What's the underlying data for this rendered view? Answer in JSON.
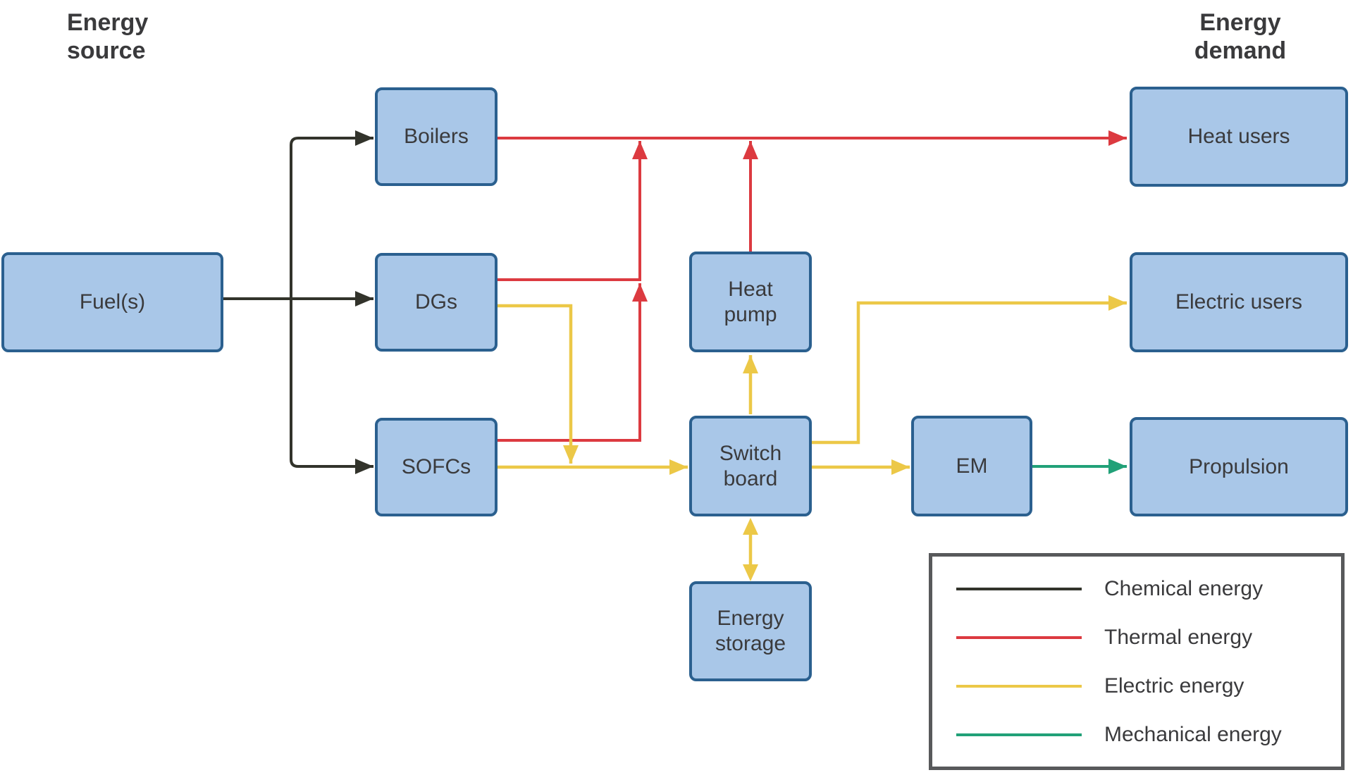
{
  "headers": {
    "source": "Energy\nsource",
    "demand": "Energy\ndemand"
  },
  "nodes": {
    "fuel": {
      "label": "Fuel(s)"
    },
    "boilers": {
      "label": "Boilers"
    },
    "dgs": {
      "label": "DGs"
    },
    "sofcs": {
      "label": "SOFCs"
    },
    "heat_pump": {
      "label": "Heat\npump"
    },
    "switchboard": {
      "label": "Switch\nboard"
    },
    "energy_storage": {
      "label": "Energy\nstorage"
    },
    "em": {
      "label": "EM"
    },
    "heat_users": {
      "label": "Heat users"
    },
    "electric_users": {
      "label": "Electric users"
    },
    "propulsion": {
      "label": "Propulsion"
    }
  },
  "edges": [
    {
      "from": "Fuel(s)",
      "to": "Boilers",
      "energy": "chemical"
    },
    {
      "from": "Fuel(s)",
      "to": "DGs",
      "energy": "chemical"
    },
    {
      "from": "Fuel(s)",
      "to": "SOFCs",
      "energy": "chemical"
    },
    {
      "from": "Boilers",
      "to": "Heat users",
      "energy": "thermal"
    },
    {
      "from": "DGs",
      "to": "Heat users",
      "energy": "thermal"
    },
    {
      "from": "SOFCs",
      "to": "Heat users",
      "energy": "thermal"
    },
    {
      "from": "Heat pump",
      "to": "Heat users",
      "energy": "thermal"
    },
    {
      "from": "DGs",
      "to": "Switch board",
      "energy": "electric"
    },
    {
      "from": "SOFCs",
      "to": "Switch board",
      "energy": "electric"
    },
    {
      "from": "Switch board",
      "to": "Heat pump",
      "energy": "electric"
    },
    {
      "from": "Switch board",
      "to": "Energy storage",
      "energy": "electric",
      "bidirectional": true
    },
    {
      "from": "Switch board",
      "to": "Electric users",
      "energy": "electric"
    },
    {
      "from": "Switch board",
      "to": "EM",
      "energy": "electric"
    },
    {
      "from": "EM",
      "to": "Propulsion",
      "energy": "mechanical"
    }
  ],
  "legend": {
    "items": [
      {
        "label": "Chemical energy",
        "key": "chemical",
        "color": "#32332b"
      },
      {
        "label": "Thermal energy",
        "key": "thermal",
        "color": "#dc3a40"
      },
      {
        "label": "Electric energy",
        "key": "electric",
        "color": "#ecc847"
      },
      {
        "label": "Mechanical energy",
        "key": "mechanical",
        "color": "#21a178"
      }
    ]
  },
  "colors": {
    "chemical": "#32332b",
    "thermal": "#dc3a40",
    "electric": "#ecc847",
    "mechanical": "#21a178",
    "box_fill": "#a9c7e8",
    "box_border": "#2b608f",
    "text": "#3a3a3c",
    "legend_border": "#58595b"
  }
}
